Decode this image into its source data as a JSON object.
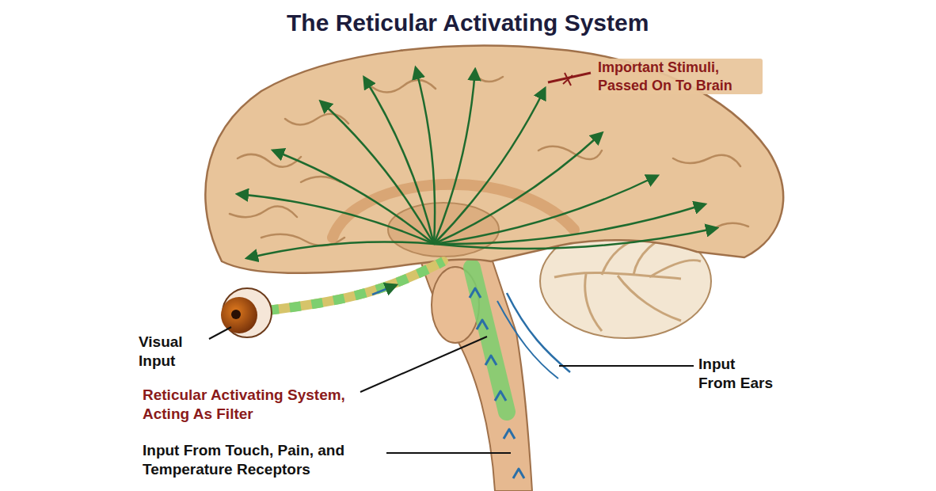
{
  "diagram": {
    "title": "The Reticular Activating System",
    "labels": [
      "Important Stimuli, Passed On To Brain",
      "Visual Input",
      "Reticular Activating System, Acting As Filter",
      "Input From Ears",
      "Input From Touch, Pain, and Temperature Receptors"
    ]
  }
}
